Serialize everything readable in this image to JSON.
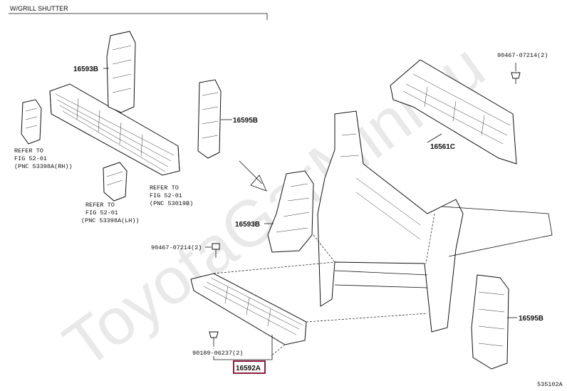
{
  "header": {
    "title": "W/GRILL SHUTTER"
  },
  "watermark": "ToyotaGarMini.ru",
  "parts": {
    "p16593B_top": "16593B",
    "p16595B_top": "16595B",
    "p16561C": "16561C",
    "p16593B_mid": "16593B",
    "p16595B_bottom": "16595B",
    "p16592A": "16592A"
  },
  "fasteners": {
    "f90467_top": "90467-07214(2)",
    "f90467_mid": "90467-07214(2)",
    "f90189": "90189-06237(2)"
  },
  "refs": {
    "left": {
      "line1": "REFER TO",
      "line2": "FIG 52-01",
      "line3": "(PNC 53398A(RH))"
    },
    "center_left": {
      "line1": "REFER TO",
      "line2": "FIG 52-01",
      "line3": "(PNC 53398A(LH))"
    },
    "center_right": {
      "line1": "REFER TO",
      "line2": "FIG 52-01",
      "line3": "(PNC 53019B)"
    }
  },
  "figure_id": "535102A",
  "colors": {
    "highlight_box": "#8b1e3f"
  }
}
